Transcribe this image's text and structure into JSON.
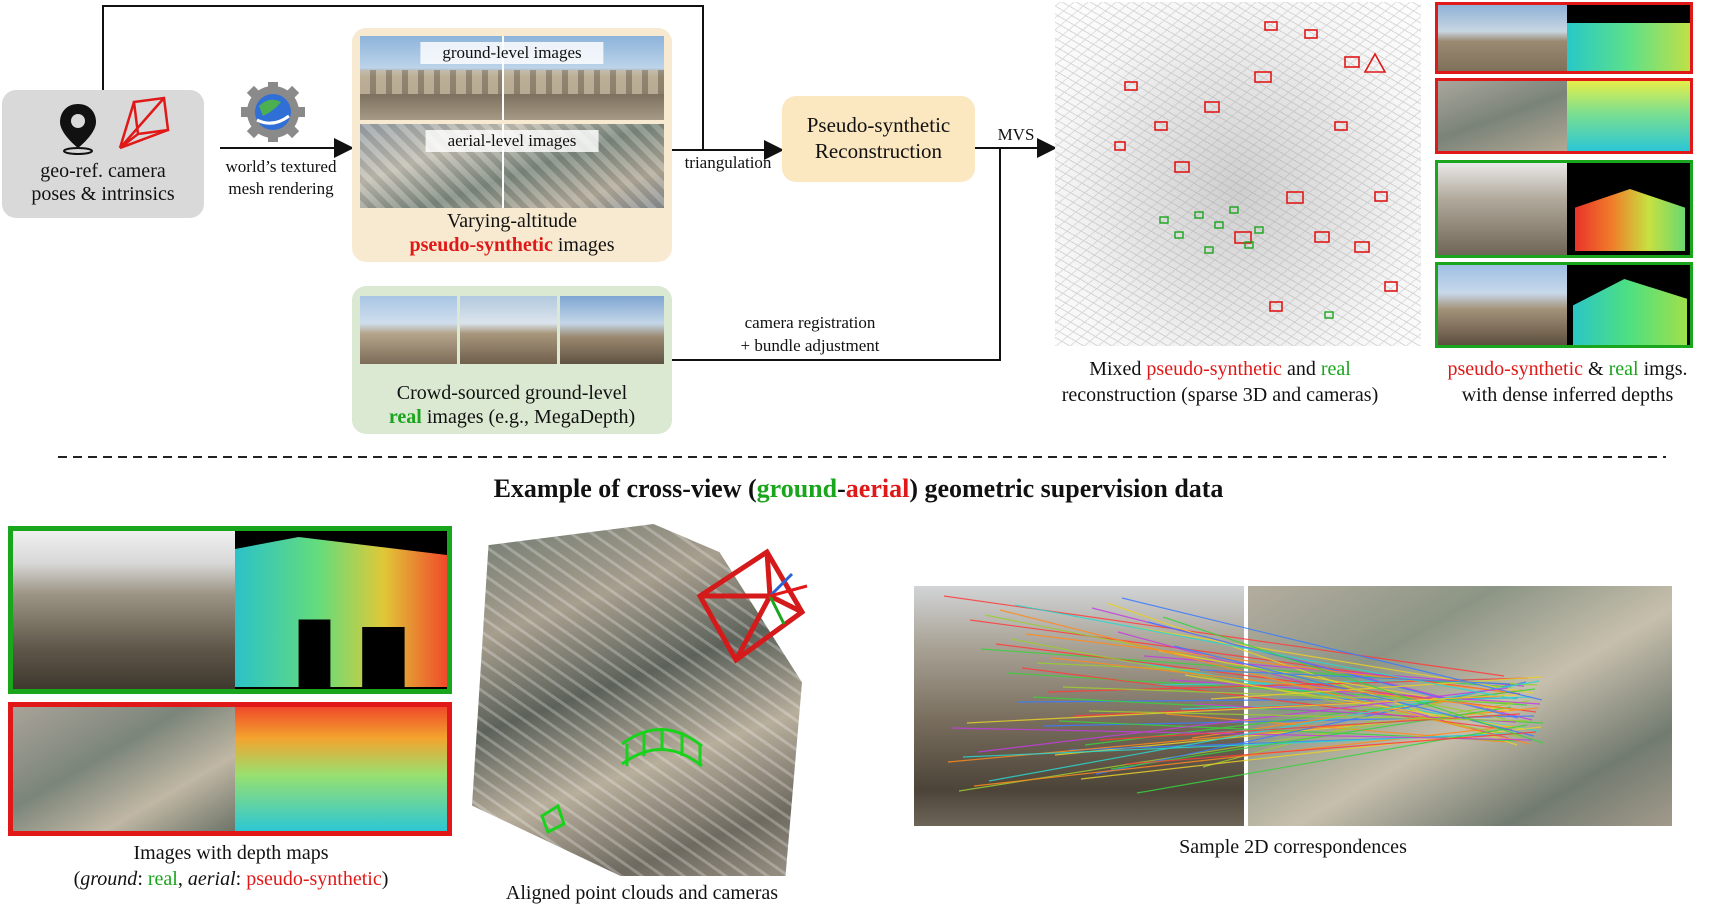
{
  "input_box": {
    "line1": "geo-ref. camera",
    "line2": "poses & intrinsics",
    "icons": [
      "map-pin-icon",
      "camera-frustum-icon"
    ]
  },
  "render_step": {
    "icon": "google-earth-icon",
    "line1": "world’s textured",
    "line2": "mesh rendering"
  },
  "pseudo_box": {
    "ground_label": "ground-level images",
    "aerial_label": "aerial-level images",
    "caption_line1": "Varying-altitude",
    "caption_highlight": "pseudo-synthetic",
    "caption_rest": "images"
  },
  "real_box": {
    "caption_line1": "Crowd-sourced ground-level",
    "caption_highlight": "real",
    "caption_rest": "images (e.g., MegaDepth)"
  },
  "edges": {
    "triangulation": "triangulation",
    "mvs": "MVS",
    "registration_line1": "camera registration",
    "registration_line2": "+ bundle adjustment"
  },
  "recon_box": {
    "line1": "Pseudo-synthetic",
    "line2": "Reconstruction"
  },
  "sparse_caption": {
    "pre": "Mixed",
    "highlight_red": "pseudo-synthetic",
    "mid": "and",
    "highlight_green": "real",
    "line2": "reconstruction (sparse 3D and cameras)"
  },
  "depth_caption": {
    "highlight_red": "pseudo-synthetic",
    "amp": "&",
    "highlight_green": "real",
    "rest": "imgs.",
    "line2": "with dense inferred depths"
  },
  "section_title": {
    "pre": "Example of cross-view (",
    "ground": "ground",
    "dash": "-",
    "aerial": "aerial",
    "post": ") geometric supervision data"
  },
  "example_captions": {
    "depth_line1": "Images with depth maps",
    "depth_line2": {
      "open": "(",
      "ground_it": "ground",
      "colon1": ":",
      "real": "real",
      "comma": ",",
      "aerial_it": "aerial",
      "colon2": ":",
      "pseudo": "pseudo-synthetic",
      "close": ")"
    },
    "pointcloud": "Aligned point clouds and cameras",
    "correspondences": "Sample 2D correspondences"
  },
  "colors": {
    "red": "#e01818",
    "green": "#19a51c",
    "gray_box": "#d9d9d9",
    "yellow_box": "#f7ead0",
    "green_box": "#dbe8d2",
    "recon_box": "#fbe7c0"
  }
}
